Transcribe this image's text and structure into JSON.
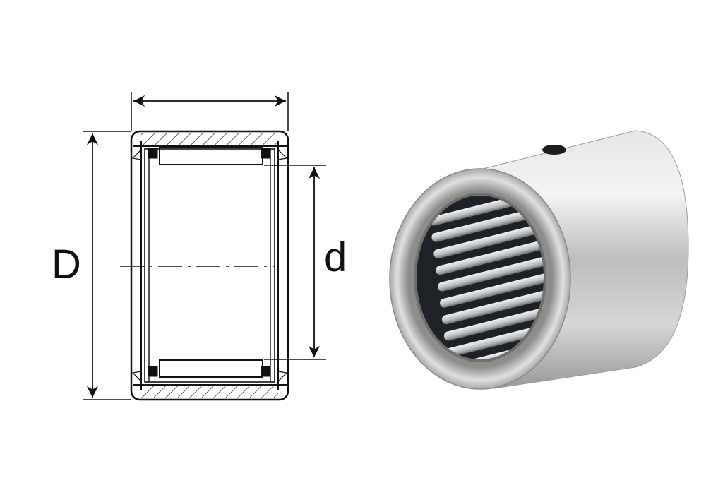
{
  "drawing": {
    "outer_diameter_label": "D",
    "inner_diameter_label": "d"
  },
  "photo": {
    "subject": "needle-roller-bearing",
    "colors": {
      "shell": "#c9c9c7",
      "bore": "#1e2226",
      "needle": "#d8dadb"
    }
  }
}
